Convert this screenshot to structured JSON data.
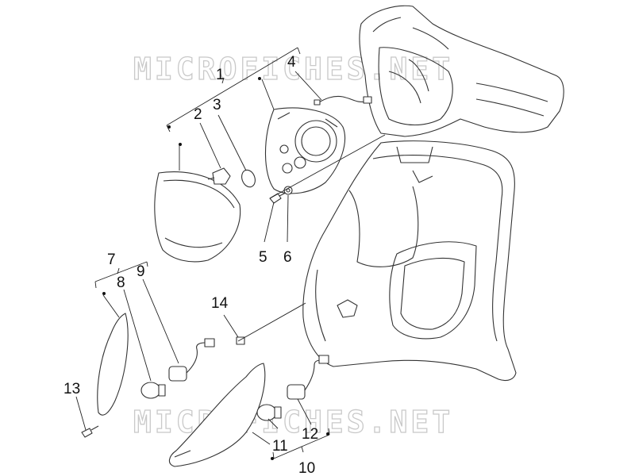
{
  "watermark": {
    "top_text": "MICROFICHES.NET",
    "bottom_text": "MICROFICHES.NET"
  },
  "callouts": {
    "c1": "1",
    "c2": "2",
    "c3": "3",
    "c4": "4",
    "c5": "5",
    "c6": "6",
    "c7": "7",
    "c8": "8",
    "c9": "9",
    "c10": "10",
    "c11": "11",
    "c12": "12",
    "c13": "13",
    "c14": "14"
  }
}
